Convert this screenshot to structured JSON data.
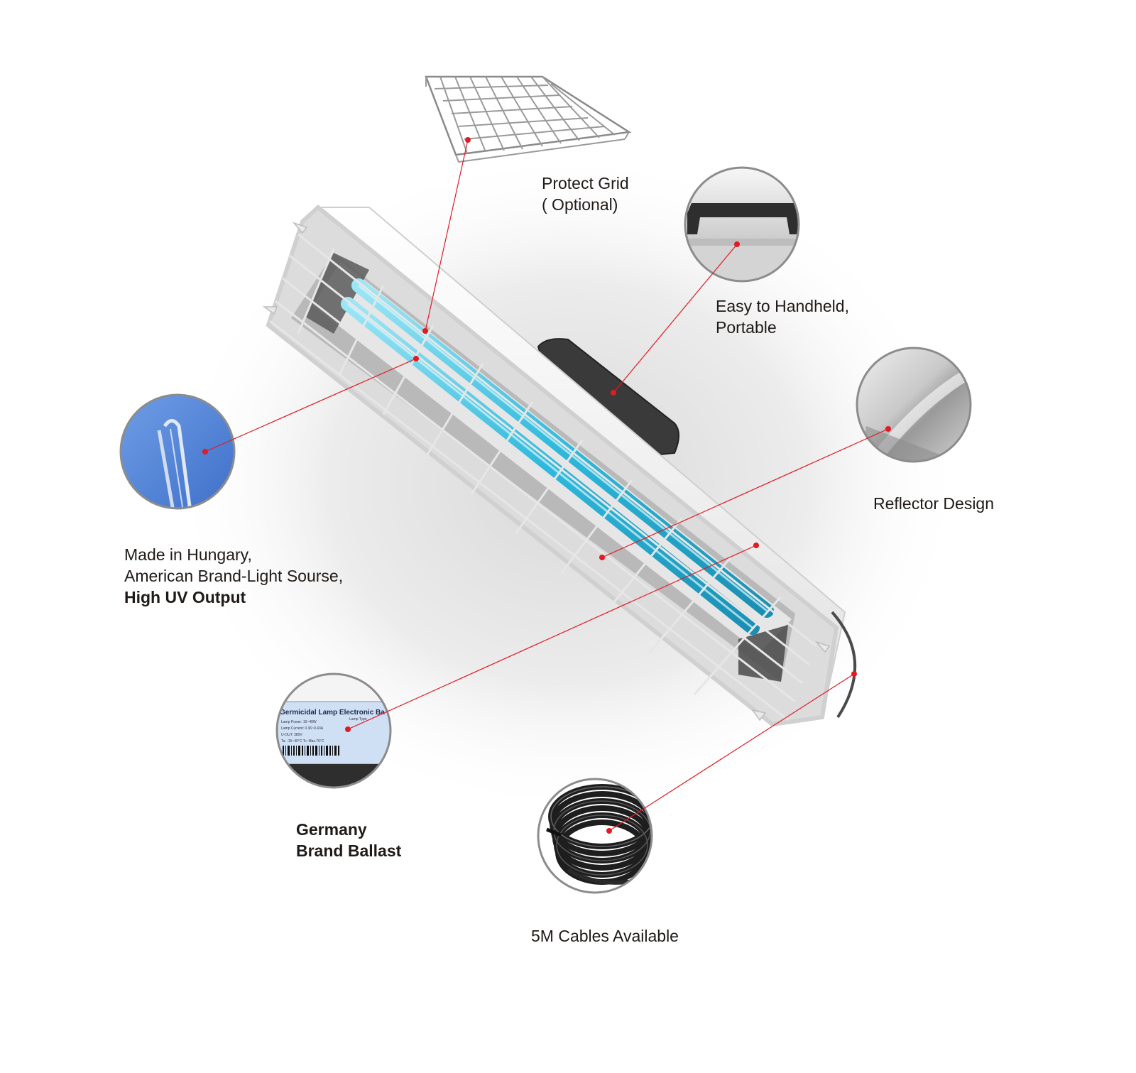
{
  "callouts": {
    "protect_grid": {
      "line1": "Protect Grid",
      "line2": "( Optional)"
    },
    "handheld": {
      "line1": "Easy to Handheld,",
      "line2": "Portable"
    },
    "reflector": {
      "line1": "Reflector Design"
    },
    "light_source": {
      "line1": "Made in Hungary,",
      "line2": "American Brand-Light Sourse,",
      "line3": "High UV Output"
    },
    "ballast": {
      "line1": "Germany",
      "line2": "Brand Ballast"
    },
    "cables": {
      "line1": "5M Cables Available"
    }
  },
  "ballast_label": {
    "title": "Germicidal Lamp Electronic Ba",
    "rows": [
      "Lamp Power:  10~40W",
      "Lamp Current:  0.36~0.43A",
      "U-OUT:  380V",
      "Ta:  -15~40°C   Tc: Max.70°C"
    ],
    "side": "Lamp Type"
  },
  "colors": {
    "leader_line": "#e01b24",
    "leader_dot": "#e01b24",
    "uv_tube": "#39c3e0",
    "circle_border": "#8c8c8c",
    "text": "#1f1a17"
  },
  "icons": [
    "uv-lamp-fixture",
    "protect-grid-icon",
    "handle-icon",
    "reflector-icon",
    "quartz-tube-icon",
    "ballast-label-icon",
    "cable-coil-icon"
  ]
}
